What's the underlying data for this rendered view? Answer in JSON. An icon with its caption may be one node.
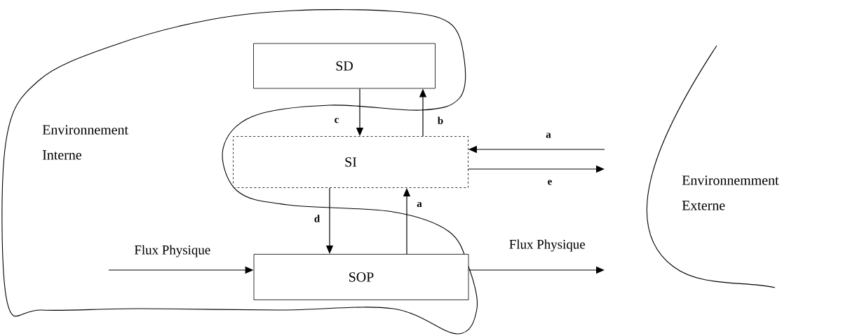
{
  "diagram": {
    "nodes": [
      {
        "text": [
          "SD"
        ]
      },
      {
        "text": [
          "SI"
        ]
      },
      {
        "text": [
          "SOP"
        ]
      }
    ],
    "edges": [
      {
        "from": 0,
        "to": 1,
        "arrow": "to",
        "label": "c"
      },
      {
        "from": 1,
        "to": 0,
        "arrow": "to",
        "label": "b"
      },
      {
        "from": 1,
        "to": 2,
        "arrow": "to",
        "label": "d"
      },
      {
        "from": 2,
        "to": 1,
        "arrow": "to",
        "label": "a"
      },
      {
        "from": null,
        "to": 1,
        "arrow": "to",
        "label": "a"
      },
      {
        "from": 1,
        "to": null,
        "arrow": "to",
        "label": "e"
      },
      {
        "from": null,
        "to": 2,
        "arrow": "to",
        "label": "Flux Physique"
      },
      {
        "from": 2,
        "to": null,
        "arrow": "to",
        "label": "Flux Physique"
      }
    ],
    "labels": [
      "Environnement Interne",
      "Environnemment Externe"
    ]
  }
}
